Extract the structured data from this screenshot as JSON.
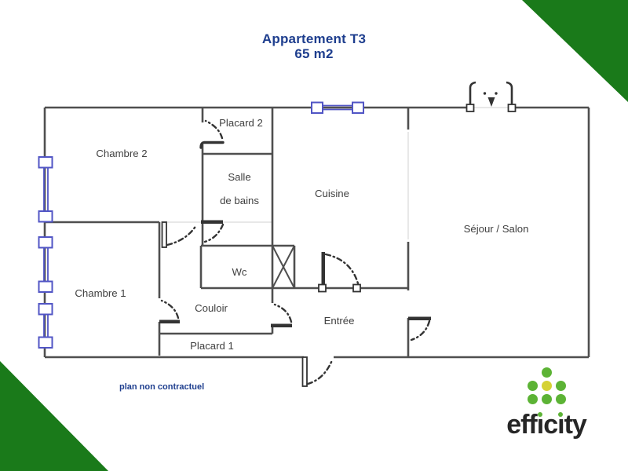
{
  "title": {
    "line1": "Appartement T3",
    "line2": "65 m2"
  },
  "footnote": "plan non contractuel",
  "rooms": {
    "chambre2": "Chambre 2",
    "placard2": "Placard 2",
    "salle_de_bains_line1": "Salle",
    "salle_de_bains_line2": "de bains",
    "cuisine": "Cuisine",
    "sejour_salon": "Séjour / Salon",
    "chambre1": "Chambre 1",
    "wc": "Wc",
    "couloir": "Couloir",
    "entree": "Entrée",
    "placard1": "Placard 1"
  },
  "logo": {
    "word_pre": "eff",
    "word_i1": "ı",
    "word_mid": "c",
    "word_i2": "ı",
    "word_post": "ty"
  },
  "colors": {
    "corner_green": "#1a7a1a",
    "logo_green": "#5cb335",
    "logo_yellow": "#d5d234",
    "navy": "#1e3e8e",
    "wall_gray": "#4f4f4f",
    "window_blue": "#5155c5"
  }
}
